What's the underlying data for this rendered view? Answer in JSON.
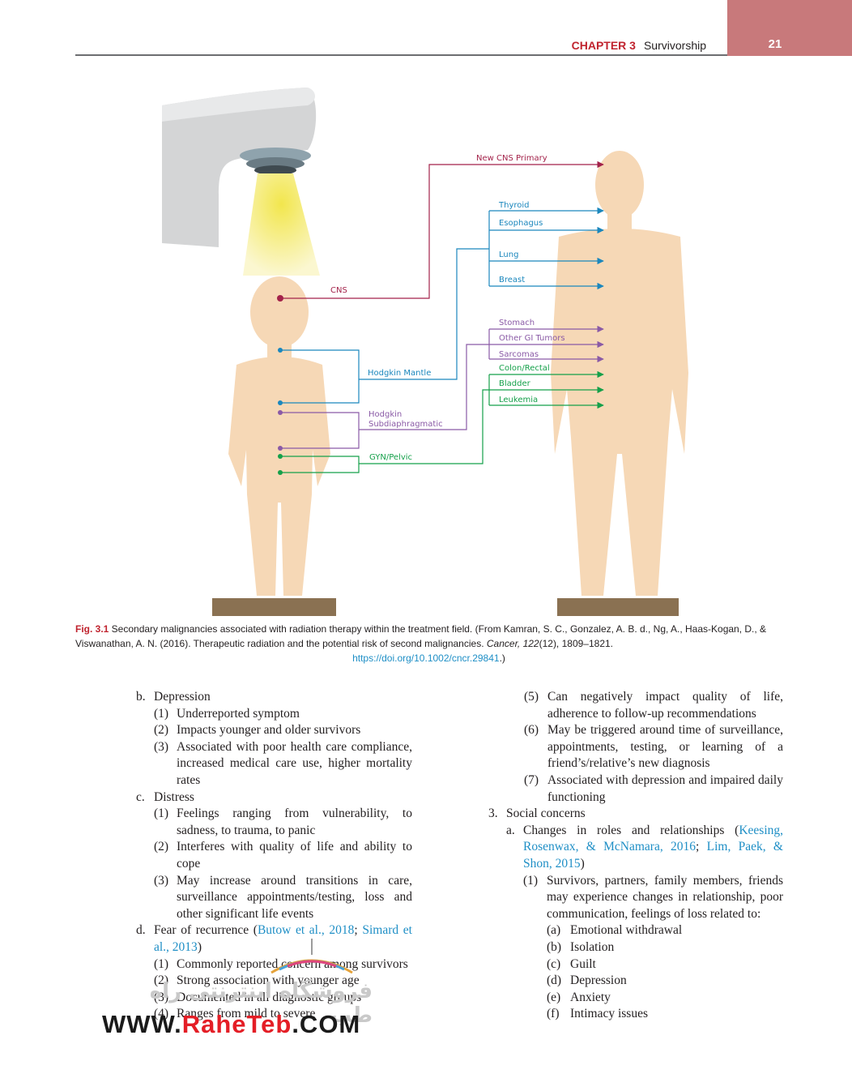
{
  "header": {
    "chapter": "CHAPTER 3",
    "section": "Survivorship",
    "page_number": "21"
  },
  "figure": {
    "labels": {
      "cns": "CNS",
      "hodgkin_mantle": "Hodgkin Mantle",
      "hodgkin_sub_1": "Hodgkin",
      "hodgkin_sub_2": "Subdiaphragmatic",
      "gyn_pelvic": "GYN/Pelvic"
    },
    "targets": [
      "New CNS Primary",
      "Thyroid",
      "Esophagus",
      "Lung",
      "Breast",
      "Stomach",
      "Other GI Tumors",
      "Sarcomas",
      "Colon/Rectal",
      "Bladder",
      "Leukemia"
    ],
    "colors": {
      "cns": "#a3224a",
      "mantle": "#1b87bd",
      "subdiaphragmatic": "#8a5aa6",
      "pelvic": "#15a04a",
      "body": "#f6d8b6",
      "ground": "#8a7152",
      "light": "#f2e64d"
    }
  },
  "caption": {
    "label": "Fig. 3.1",
    "text": " Secondary malignancies associated with radiation therapy within the treatment field. (From Kamran, S. C., Gonzalez, A. B. d., Ng, A., Haas-Kogan, D., & Viswanathan, A. N. (2016). Therapeutic radiation and the potential risk of second malignancies. ",
    "journal": "Cancer, 122",
    "after_journal": "(12), 1809–1821.",
    "doi": "https://doi.org/10.1002/cncr.29841",
    "end": ".)"
  },
  "left_column": {
    "b_marker": "b.",
    "b_text": "Depression",
    "b1": "Underreported symptom",
    "b2": "Impacts younger and older survivors",
    "b3": "Associated with poor health care compliance, increased medical care use, higher mortality rates",
    "c_marker": "c.",
    "c_text": "Distress",
    "c1": "Feelings ranging from vulnerability, to sadness, to trauma, to panic",
    "c2": "Interferes with quality of life and ability to cope",
    "c3": "May increase around transitions in care, surveillance appointments/testing, loss and other significant life events",
    "d_marker": "d.",
    "d_text_pre": "Fear of recurrence (",
    "d_cite1": "Butow et al., 2018",
    "d_sep": "; ",
    "d_cite2": "Simard et al., 2013",
    "d_text_post": ")",
    "d1": "Commonly reported concern among survivors",
    "d2": "Strong association with younger age",
    "d3": "Documented in all diagnostic groups",
    "d4": "Ranges from mild to severe"
  },
  "right_column": {
    "p5": "Can negatively impact quality of life, adherence to follow-up recommendations",
    "p6": "May be triggered around time of surveillance, appointments, testing, or learning of a friend’s/relative’s new diagnosis",
    "p7": "Associated with depression and impaired daily functioning",
    "s3_marker": "3.",
    "s3_text": "Social concerns",
    "a_marker": "a.",
    "a_text_pre": "Changes in roles and relationships (",
    "a_cite1": "Keesing, Rosenwax, & McNamara, 2016",
    "a_sep": "; ",
    "a_cite2": "Lim, Paek, & Shon, 2015",
    "a_text_post": ")",
    "a1": "Survivors, partners, family members, friends may experience changes in relationship, poor communication, feelings of loss related to:",
    "a1a": "Emotional withdrawal",
    "a1b": "Isolation",
    "a1c": "Guilt",
    "a1d": "Depression",
    "a1e": "Anxiety",
    "a1f": "Intimacy issues"
  },
  "watermark": {
    "persian": "فروشگاه اینترنتی راه طب",
    "www": "WWW.",
    "brand": "RaheTeb",
    "tld": ".COM"
  }
}
